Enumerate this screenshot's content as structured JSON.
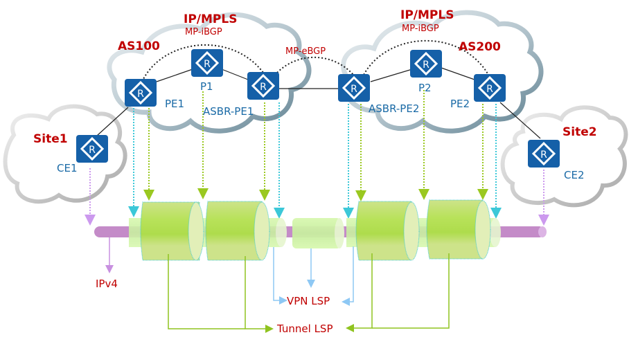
{
  "title": "Inter-AS Option C MPLS VPN label stack",
  "colors": {
    "router_fill": "#1560a8",
    "label_red": "#c00000",
    "label_blue": "#1a6aa6",
    "ipv4_pipe": "#c48bc8",
    "lsp_green": "#b6e05a",
    "vpn_arrow": "#8ec8f4",
    "tunnel_arrow": "#8fc31f",
    "cyan_guide": "#3cc8d8",
    "purple_guide": "#cc99ee"
  },
  "domains": [
    {
      "id": "as100",
      "name": "AS100",
      "network": "IP/MPLS",
      "session": "MP-iBGP"
    },
    {
      "id": "as200",
      "name": "AS200",
      "network": "IP/MPLS",
      "session": "MP-iBGP"
    }
  ],
  "sites": [
    {
      "id": "site1",
      "name": "Site1"
    },
    {
      "id": "site2",
      "name": "Site2"
    }
  ],
  "inter_as_session": "MP-eBGP",
  "routers": [
    {
      "id": "ce1",
      "label": "CE1",
      "icon": "router-icon"
    },
    {
      "id": "pe1",
      "label": "PE1",
      "icon": "router-icon"
    },
    {
      "id": "p1",
      "label": "P1",
      "icon": "router-icon"
    },
    {
      "id": "asbr1",
      "label": "ASBR-PE1",
      "icon": "router-icon"
    },
    {
      "id": "asbr2",
      "label": "ASBR-PE2",
      "icon": "router-icon"
    },
    {
      "id": "p2",
      "label": "P2",
      "icon": "router-icon"
    },
    {
      "id": "pe2",
      "label": "PE2",
      "icon": "router-icon"
    },
    {
      "id": "ce2",
      "label": "CE2",
      "icon": "router-icon"
    }
  ],
  "legend": {
    "ipv4": "IPv4",
    "vpn_lsp": "VPN LSP",
    "tunnel_lsp": "Tunnel LSP"
  }
}
